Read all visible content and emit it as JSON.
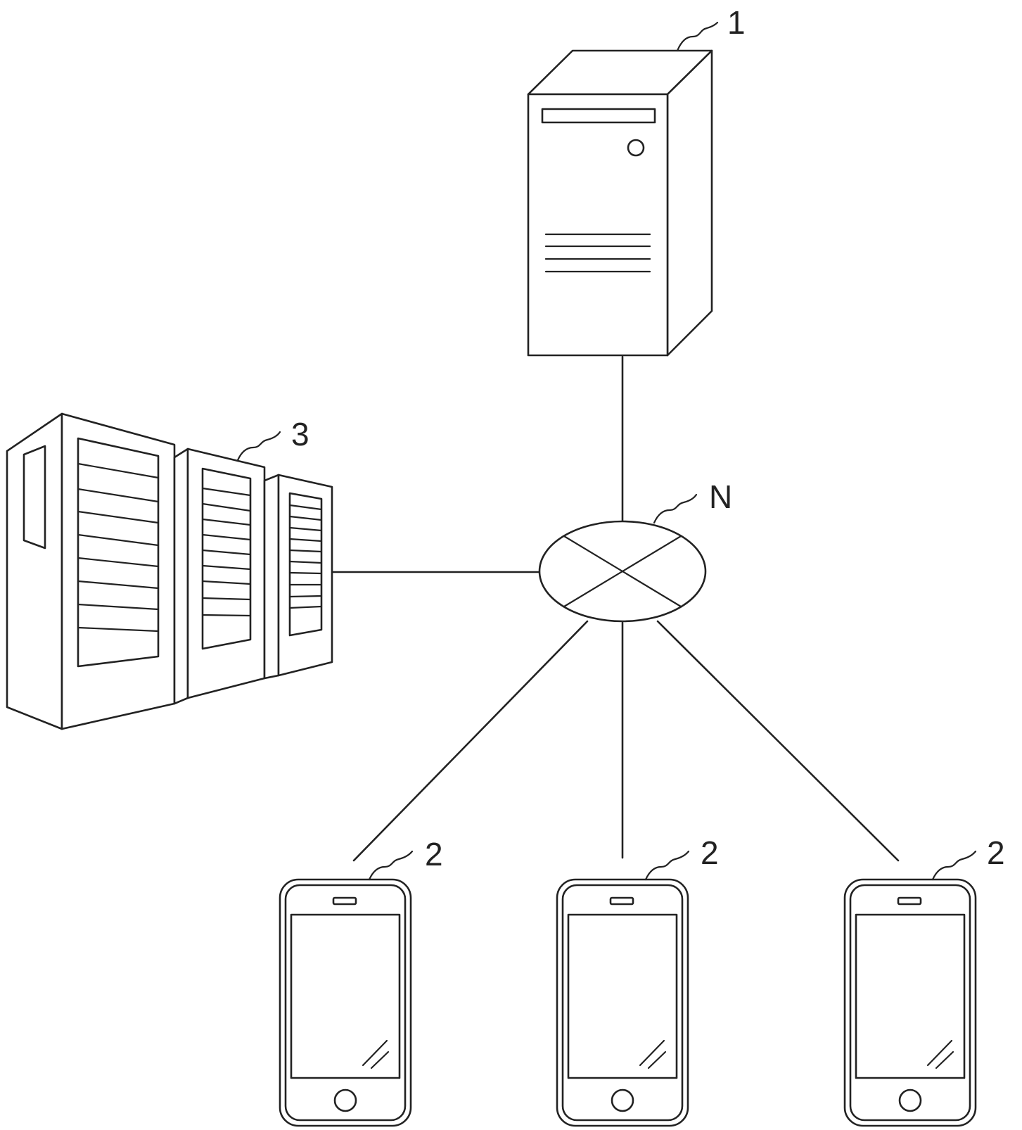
{
  "labels": {
    "server": "1",
    "terminal": "2",
    "datacenter": "3",
    "network": "N"
  }
}
